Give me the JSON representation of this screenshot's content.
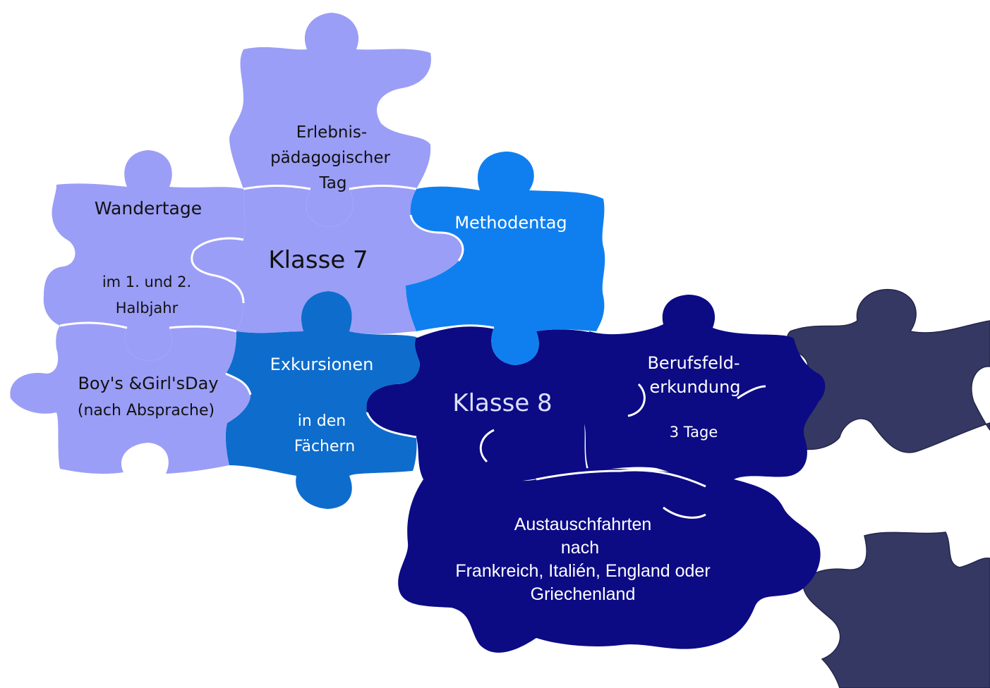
{
  "colors": {
    "light_violet": "#9b9ef6",
    "bright_blue": "#0f7fef",
    "mid_blue": "#0e6ccc",
    "navy": "#0c0b84",
    "slate_navy": "#353863",
    "text_dark": "#111111",
    "text_light": "#ffffff"
  },
  "pieces": {
    "erlebnis": {
      "lines": [
        "Erlebnis-",
        "pädagogischer",
        "Tag"
      ]
    },
    "wandertage": {
      "title": "Wandertage",
      "lines": [
        "im 1. und 2.",
        "Halbjahr"
      ]
    },
    "klasse7": {
      "title": "Klasse 7"
    },
    "methodentag": {
      "title": "Methodentag"
    },
    "boys_girls_day": {
      "lines": [
        "Boy's &Girl'sDay",
        "(nach Absprache)"
      ]
    },
    "exkursionen": {
      "title": "Exkursionen",
      "lines": [
        "in den",
        "Fächern"
      ]
    },
    "klasse8": {
      "title": "Klasse 8"
    },
    "berufsfeld": {
      "lines": [
        "Berufsfeld-",
        "erkundung"
      ],
      "detail": "3 Tage"
    },
    "austausch": {
      "lines": [
        "Austauschfahrten",
        "nach",
        "Frankreich, Italién, England oder",
        "Griechenland"
      ]
    }
  }
}
